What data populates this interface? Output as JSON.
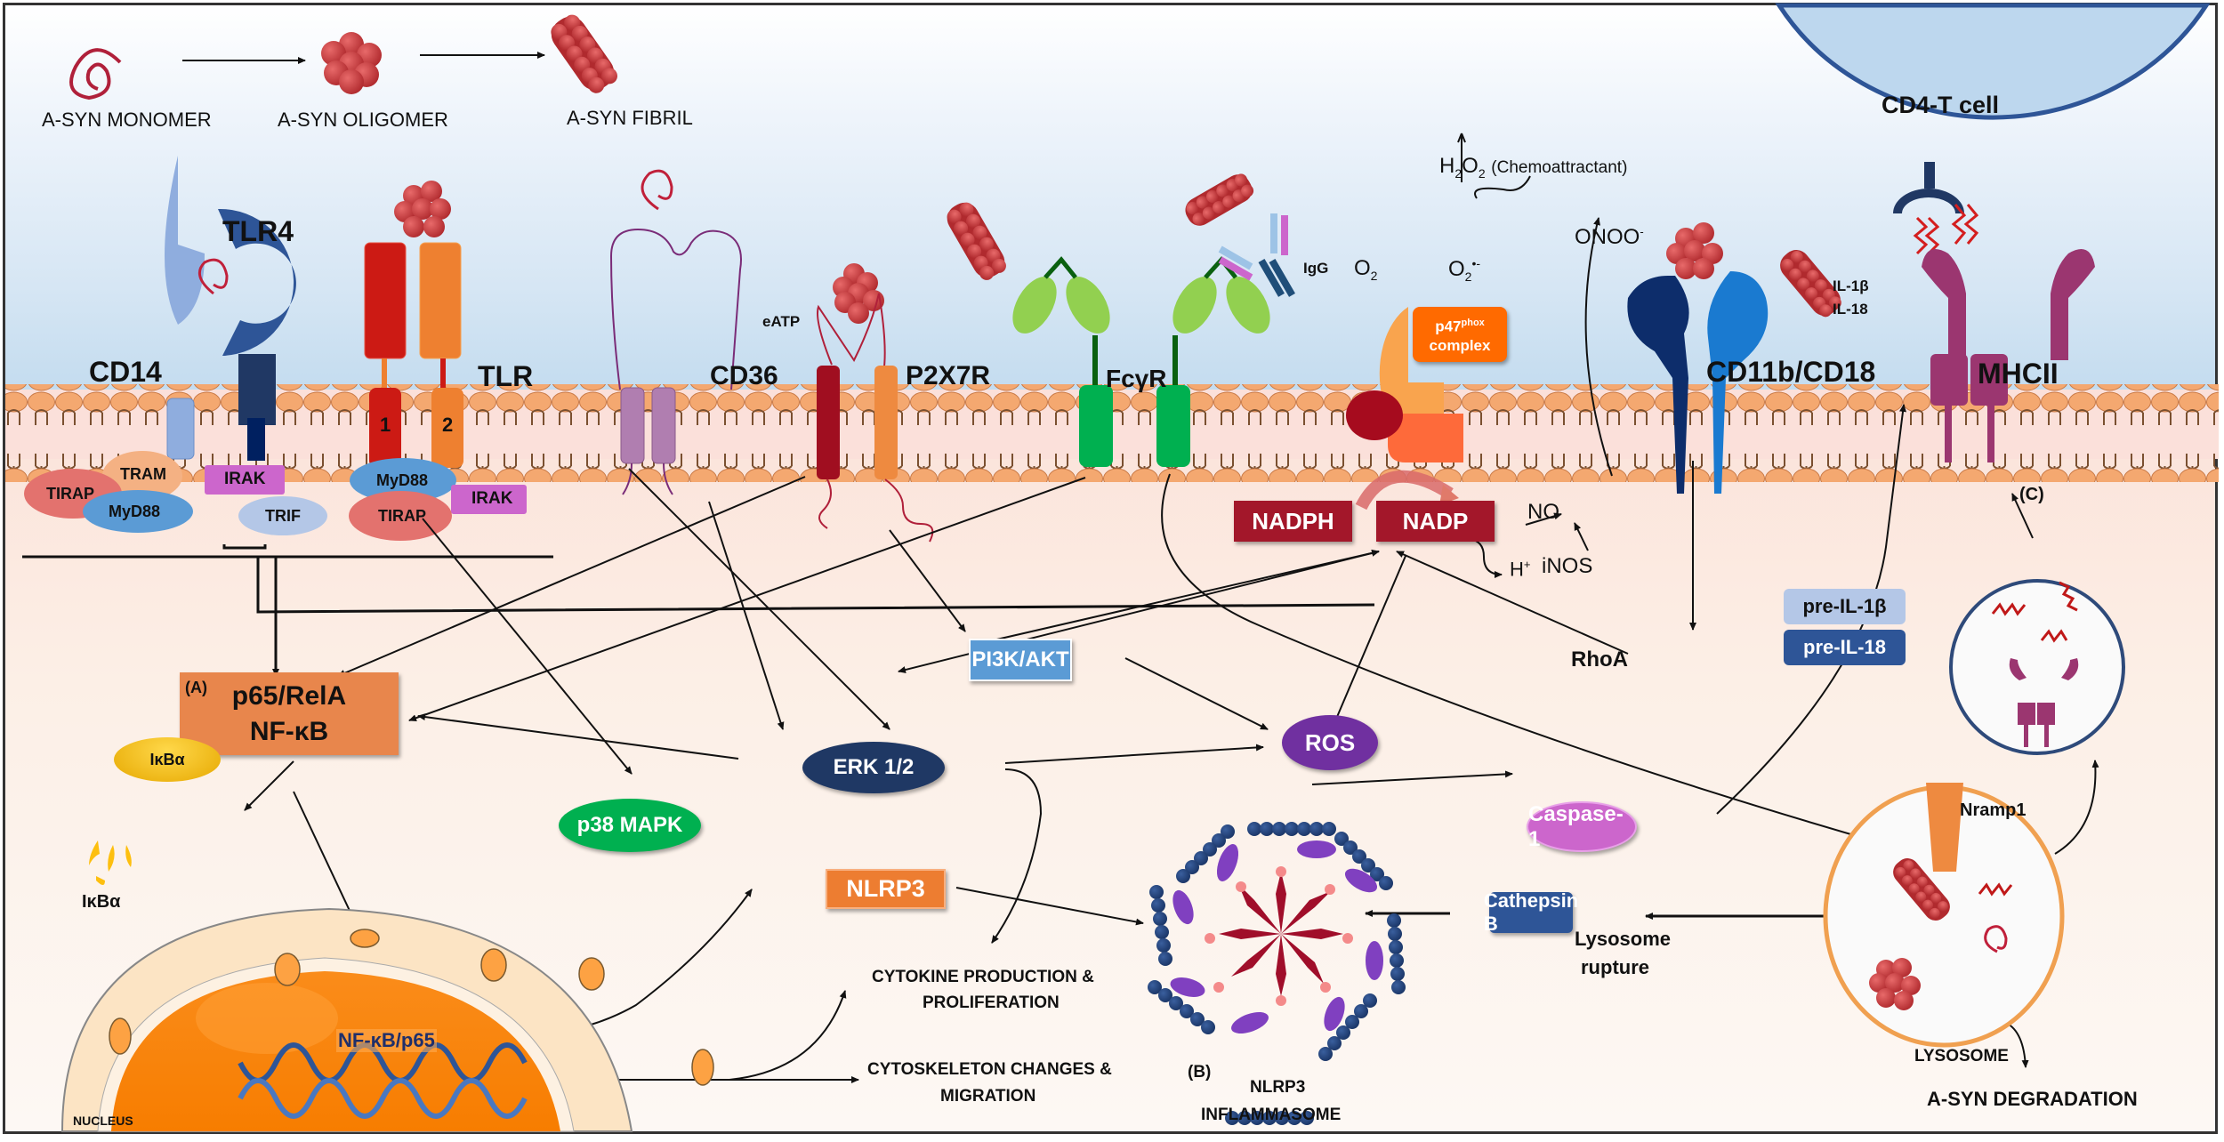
{
  "aggregation": {
    "monomer": "A-SYN MONOMER",
    "oligomer": "A-SYN OLIGOMER",
    "fibril": "A-SYN FIBRIL"
  },
  "receptors": {
    "tlr4": "TLR4",
    "cd14": "CD14",
    "tlr": "TLR",
    "tlr_sub1": "1",
    "tlr_sub2": "2",
    "cd36": "CD36",
    "p2x7r": "P2X7R",
    "eatp": "eATP",
    "fcgr": "FcγR",
    "igg": "IgG",
    "cd11b": "CD11b/CD18",
    "mhcii": "MHCII"
  },
  "adaptors": {
    "tram": "TRAM",
    "irak1": "IRAK",
    "tirap1": "TIRAP",
    "myd88_1": "MyD88",
    "trif": "TRIF",
    "myd88_2": "MyD88",
    "irak2": "IRAK",
    "tirap2": "TIRAP"
  },
  "oxidase": {
    "h2o2": "H",
    "h2o2_sub1": "2",
    "h2o2_o": "O",
    "h2o2_sub2": "2",
    "h2o2_note": "(Chemoattractant)",
    "o2": "O",
    "o2_sub": "2",
    "o2rad": "O",
    "o2rad_sub": "2",
    "o2rad_sup": "•-",
    "p47": "p47",
    "p47_sup": "phox",
    "complex": "complex",
    "onoo": "ONOO",
    "onoo_sup": "-",
    "nadph": "NADPH",
    "nadp": "NADP",
    "no": "NO",
    "h": "H",
    "h_sup": "+",
    "inos": "iNOS",
    "rhoa": "RhoA"
  },
  "tcell": {
    "label": "CD4-T cell",
    "il1b": "IL-1β",
    "il18": "IL-18",
    "c_label": "(C)"
  },
  "signaling": {
    "a_label": "(A)",
    "p65": "p65/RelA",
    "nfkb": "NF-κB",
    "ikba": "IκBα",
    "ikba_free": "IκBα",
    "pi3k": "PI3K/AKT",
    "erk": "ERK 1/2",
    "ros": "ROS",
    "p38": "p38 MAPK",
    "nlrp3": "NLRP3",
    "caspase": "Caspase-1",
    "pre_il1b": "pre-IL-1β",
    "pre_il18": "pre-IL-18",
    "cathepsin": "Cathepsin B",
    "nramp": "Nramp1",
    "rupture1": "Lysosome",
    "rupture2": "rupture",
    "lysosome": "LYSOSOME",
    "degradation": "A-SYN DEGRADATION"
  },
  "nucleus": {
    "label": "NUCLEUS",
    "nfkb_p65": "NF-κB/p65"
  },
  "outcomes": {
    "cytokine1": "CYTOKINE PRODUCTION &",
    "cytokine2": "PROLIFERATION",
    "cyto1": "CYTOSKELETON CHANGES &",
    "cyto2": "MIGRATION",
    "b_label": "(B)",
    "inflamm1": "NLRP3",
    "inflamm2": "INFLAMMASOME"
  },
  "colors": {
    "asyn_red": "#c0353a",
    "tlr4_blue": "#2e5597",
    "nadph_red": "#a3172a",
    "nfkb_orange": "#e8864c",
    "erk_navy": "#1f3864",
    "ros_purple": "#7030a0",
    "p38_green": "#00b050",
    "caspase_pink": "#cc66cc",
    "cathepsin_blue": "#2e5597",
    "pi3k_blue": "#5b9bd5"
  }
}
